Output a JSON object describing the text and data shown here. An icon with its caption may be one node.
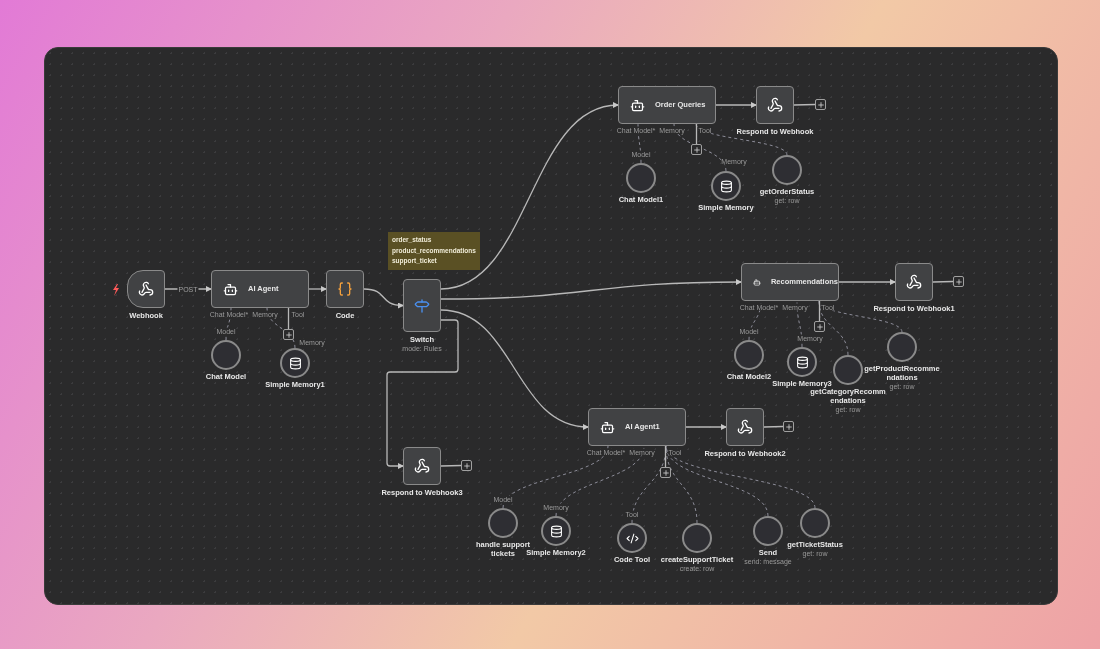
{
  "diagram": {
    "nodes": [
      {
        "text": [
          "Webhook"
        ]
      },
      {
        "text": [
          "AI Agent"
        ]
      },
      {
        "text": [
          "Chat Model"
        ]
      },
      {
        "text": [
          "Simple Memory1"
        ]
      },
      {
        "text": [],
        "shape": "box"
      },
      {
        "text": [
          "Code"
        ]
      },
      {
        "text": [
          "order_status",
          "product_recommendations",
          "support_ticket"
        ]
      },
      {
        "text": [
          "Switch"
        ],
        "beside": [
          "mode: Rules"
        ]
      },
      {
        "text": [
          "Respond to Webhook3"
        ]
      },
      {
        "text": [],
        "shape": "box"
      },
      {
        "text": [
          "Order Queries"
        ]
      },
      {
        "text": [
          "Chat Model1"
        ]
      },
      {
        "text": [],
        "shape": "box"
      },
      {
        "text": [
          "Simple Memory"
        ]
      },
      {
        "text": [
          "Respond to Webhook"
        ]
      },
      {
        "text": [],
        "shape": "box"
      },
      {
        "text": [
          "getOrderStatus"
        ],
        "beside": [
          "get: row"
        ]
      },
      {
        "text": [
          "AI Agent1"
        ]
      },
      {
        "text": [
          "handle support tickets"
        ]
      },
      {
        "text": [
          "Simple Memory2"
        ]
      },
      {
        "text": [],
        "shape": "box"
      },
      {
        "text": [
          "Code Tool"
        ]
      },
      {
        "text": [
          "createSupportTicket"
        ],
        "beside": [
          "create: row"
        ]
      },
      {
        "text": [
          "Respond to Webhook2"
        ]
      },
      {
        "text": [],
        "shape": "box"
      },
      {
        "text": [
          "Send"
        ],
        "beside": [
          "send: message"
        ]
      },
      {
        "text": [
          "getTicketStatus"
        ],
        "beside": [
          "get: row"
        ]
      },
      {
        "text": [
          "Recommendations"
        ]
      },
      {
        "text": [
          "Chat Model2"
        ]
      },
      {
        "text": [
          "Simple Memory3"
        ]
      },
      {
        "text": [],
        "shape": "box"
      },
      {
        "text": [
          "getCategoryRecommendations"
        ],
        "beside": [
          "get: row"
        ]
      },
      {
        "text": [
          "getProductRecommendations"
        ],
        "beside": [
          "get: row"
        ]
      },
      {
        "text": [
          "Respond to Webhook1"
        ]
      },
      {
        "text": [],
        "shape": "box"
      }
    ],
    "edges": [
      {
        "from": 0,
        "to": 1,
        "arrow": "to",
        "label": "POST"
      },
      {
        "from": 1,
        "to": 5,
        "arrow": "to"
      },
      {
        "from": 5,
        "to": 7,
        "arrow": "to"
      },
      {
        "from": 7,
        "to": 10,
        "arrow": "to"
      },
      {
        "from": 7,
        "to": 27,
        "arrow": "to"
      },
      {
        "from": 7,
        "to": 17,
        "arrow": "to"
      },
      {
        "from": 7,
        "to": 8,
        "arrow": "to"
      },
      {
        "from": 10,
        "to": 14,
        "arrow": "to"
      },
      {
        "from": 14,
        "to": 15,
        "arrow": "none"
      },
      {
        "from": 27,
        "to": 33,
        "arrow": "to"
      },
      {
        "from": 33,
        "to": 34,
        "arrow": "none"
      },
      {
        "from": 17,
        "to": 23,
        "arrow": "to"
      },
      {
        "from": 23,
        "to": 24,
        "arrow": "none"
      },
      {
        "from": 8,
        "to": 9,
        "arrow": "none"
      },
      {
        "from": 2,
        "to": 1,
        "arrow": "none",
        "style": "dashed"
      },
      {
        "from": 3,
        "to": 1,
        "arrow": "none",
        "style": "dashed"
      },
      {
        "from": 1,
        "to": 4,
        "arrow": "none"
      },
      {
        "from": 11,
        "to": 10,
        "arrow": "none",
        "style": "dashed"
      },
      {
        "from": 13,
        "to": 10,
        "arrow": "none",
        "style": "dashed"
      },
      {
        "from": 16,
        "to": 10,
        "arrow": "none",
        "style": "dashed"
      },
      {
        "from": 10,
        "to": 12,
        "arrow": "none"
      },
      {
        "from": 28,
        "to": 27,
        "arrow": "none",
        "style": "dashed"
      },
      {
        "from": 29,
        "to": 27,
        "arrow": "none",
        "style": "dashed"
      },
      {
        "from": 31,
        "to": 27,
        "arrow": "none",
        "style": "dashed"
      },
      {
        "from": 32,
        "to": 27,
        "arrow": "none",
        "style": "dashed"
      },
      {
        "from": 27,
        "to": 30,
        "arrow": "none"
      },
      {
        "from": 18,
        "to": 17,
        "arrow": "none",
        "style": "dashed"
      },
      {
        "from": 19,
        "to": 17,
        "arrow": "none",
        "style": "dashed"
      },
      {
        "from": 21,
        "to": 17,
        "arrow": "none",
        "style": "dashed"
      },
      {
        "from": 22,
        "to": 17,
        "arrow": "none",
        "style": "dashed"
      },
      {
        "from": 25,
        "to": 17,
        "arrow": "none",
        "style": "dashed"
      },
      {
        "from": 26,
        "to": 17,
        "arrow": "none",
        "style": "dashed"
      },
      {
        "from": 17,
        "to": 20,
        "arrow": "none"
      }
    ],
    "labels": [
      "Chat Model*",
      "Memory",
      "Tool",
      "Model",
      "Memory",
      "Chat Model*",
      "Memory",
      "Tool",
      "Model",
      "Memory",
      "Chat Model*",
      "Memory",
      "Tool",
      "Model",
      "Memory",
      "Chat Model*",
      "Memory",
      "Tool",
      "Model",
      "Memory",
      "Tool"
    ]
  }
}
